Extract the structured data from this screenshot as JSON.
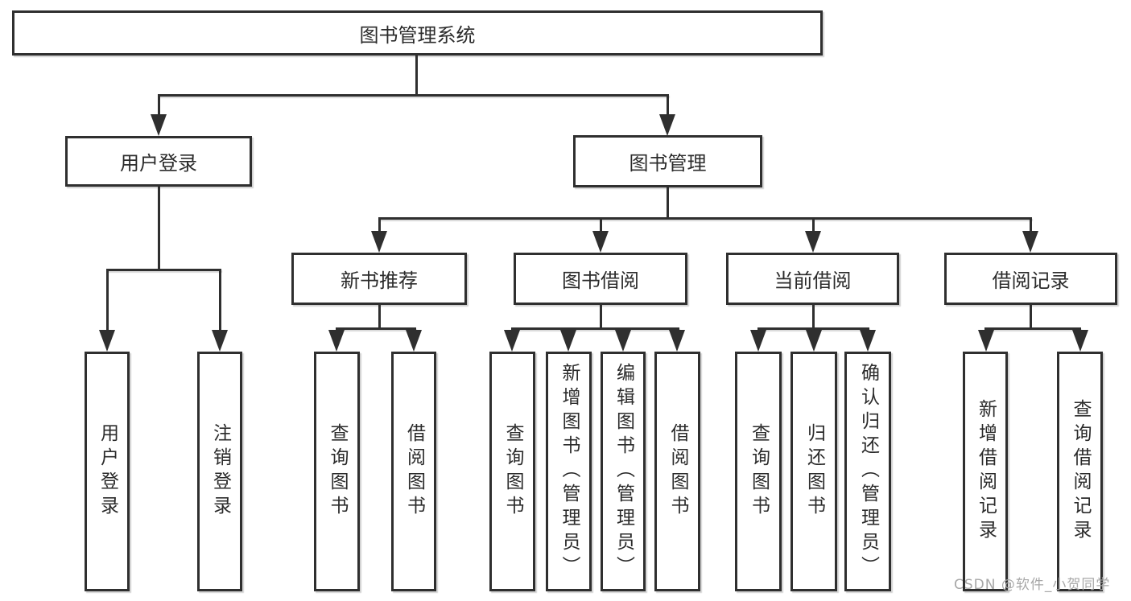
{
  "colors": {
    "line": "#2f2f2f",
    "box_border": "#2f2f2f",
    "box_fill": "#ffffff",
    "text": "#2b2b2b",
    "watermark": "#a8a8a8",
    "background": "#ffffff"
  },
  "diagram": {
    "root": {
      "label": "图书管理系统"
    },
    "level2": [
      {
        "label": "用户登录"
      },
      {
        "label": "图书管理"
      }
    ],
    "level3": [
      {
        "label": "新书推荐"
      },
      {
        "label": "图书借阅"
      },
      {
        "label": "当前借阅"
      },
      {
        "label": "借阅记录"
      }
    ],
    "leaves": [
      {
        "label": "用户登录"
      },
      {
        "label": "注销登录"
      },
      {
        "label": "查询图书"
      },
      {
        "label": "借阅图书"
      },
      {
        "label": "查询图书"
      },
      {
        "label": "新增图书（管理员）"
      },
      {
        "label": "编辑图书（管理员）"
      },
      {
        "label": "借阅图书"
      },
      {
        "label": "查询图书"
      },
      {
        "label": "归还图书"
      },
      {
        "label": "确认归还（管理员）"
      },
      {
        "label": "新增借阅记录"
      },
      {
        "label": "查询借阅记录"
      }
    ]
  },
  "watermark": {
    "text": "CSDN @软件_小贺同学"
  }
}
